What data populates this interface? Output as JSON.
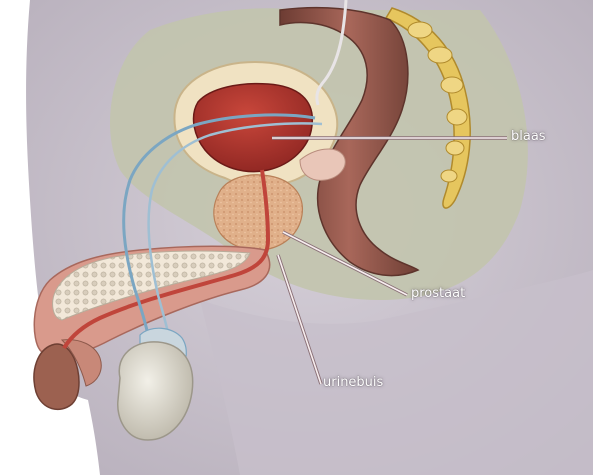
{
  "labels": {
    "bladder": "blaas",
    "prostate": "prostaat",
    "urethra": "urinebuis"
  },
  "colors": {
    "background_body": "#ccc6cf",
    "pelvic_cavity": "#c2c4ad",
    "bladder": "#b83a31",
    "bladder_wall": "#f0e2c2",
    "prostate": "#e2b18c",
    "rectum": "#9a5c4c",
    "spine": "#e6c65e",
    "penis": "#d99a8c",
    "scrotum": "#e4e1d6",
    "vas_deferens": "#7ba6c2",
    "label_line": "#f7eeef"
  }
}
